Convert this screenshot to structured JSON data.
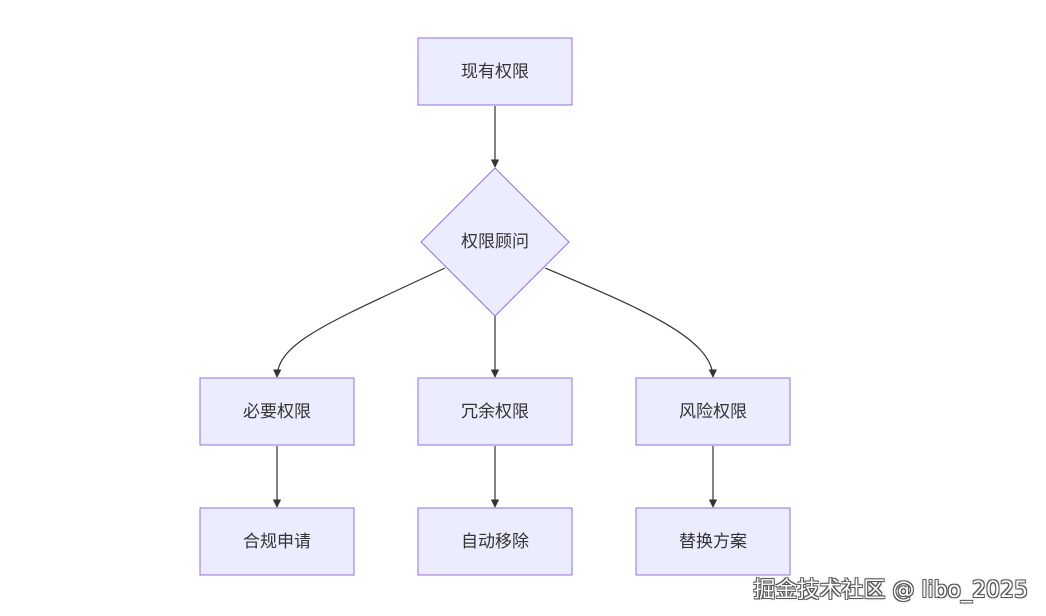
{
  "diagram": {
    "nodes": {
      "existing": "现有权限",
      "advisor": "权限顾问",
      "necessary": "必要权限",
      "redundant": "冗余权限",
      "risky": "风险权限",
      "apply": "合规申请",
      "remove": "自动移除",
      "replace": "替换方案"
    }
  },
  "watermark": "掘金技术社区 @ libo_2025",
  "colors": {
    "node_fill": "#ececff",
    "node_stroke": "#9370db",
    "edge": "#333333",
    "text": "#333333"
  }
}
